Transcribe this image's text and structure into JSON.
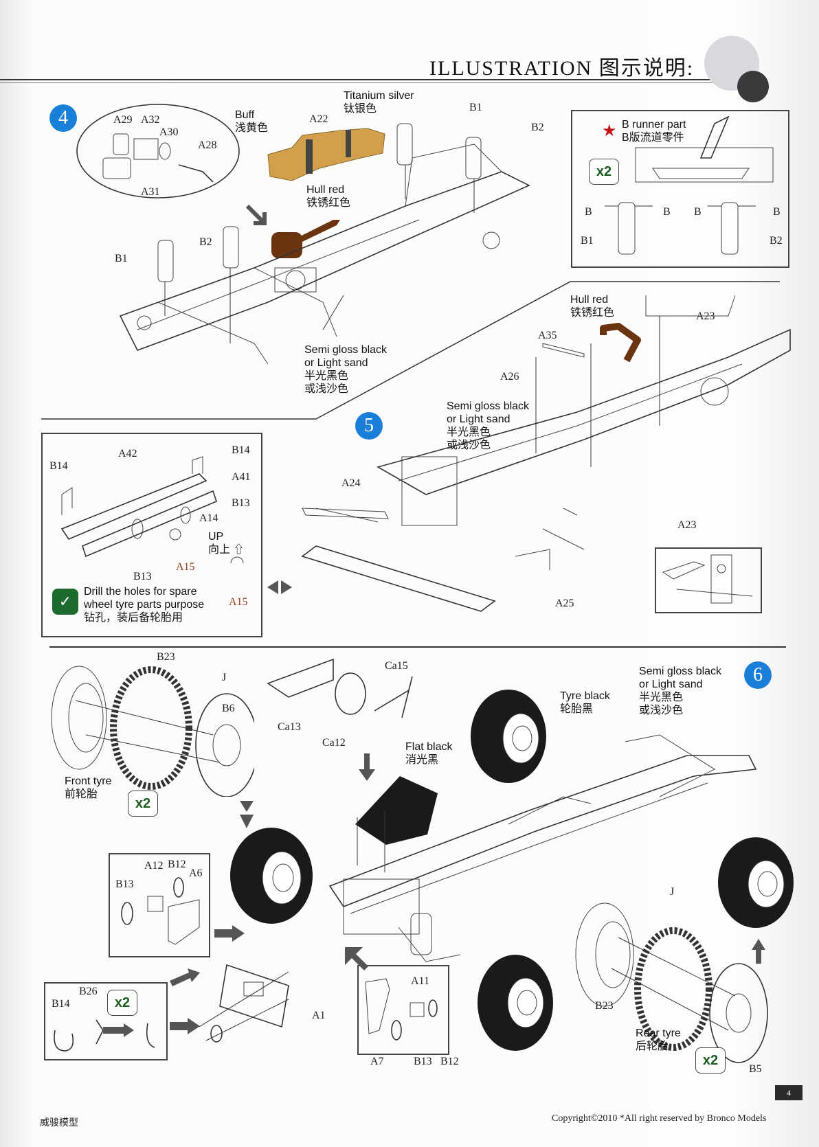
{
  "header": {
    "title": "ILLUSTRATION 图示说明:"
  },
  "colors": {
    "step_badge": "#1a7fd8",
    "buff": "#d2a04c",
    "hull_red": "#6b3410",
    "tyre_black": "#1a1a1a",
    "x2_text": "#1b5e20",
    "star_red": "#c8161d",
    "part_label_red": "#9a3b12"
  },
  "step4": {
    "number": "4",
    "inset_parts": [
      "A29",
      "A32",
      "A30",
      "A28",
      "A31"
    ],
    "part_A22": "A22",
    "buff_label": "Buff\n浅黄色",
    "titanium_label": "Titanium silver\n钛银色",
    "hull_red_label": "Hull red\n铁锈红色",
    "parts": {
      "b1_left": "B1",
      "b2_left": "B2",
      "b1_right": "B1",
      "b2_right": "B2"
    },
    "semi_gloss_label": "Semi gloss black\nor Light sand\n半光黑色\n或浅沙色"
  },
  "runner_box": {
    "title": "B runner part\nB版流道零件",
    "multiplier": "x2",
    "labels": {
      "b_marks": "B",
      "b1": "B1",
      "b2": "B2"
    }
  },
  "step5": {
    "number": "5",
    "hull_red_label": "Hull red\n铁锈红色",
    "parts": {
      "a35": "A35",
      "a26": "A26",
      "a23": "A23",
      "a24": "A24",
      "a25": "A25",
      "a23_inset": "A23"
    },
    "semi_gloss_label": "Semi gloss black\nor Light sand\n半光黑色\n或浅沙色",
    "bumper_box": {
      "parts": {
        "b14_left": "B14",
        "a42": "A42",
        "b14_right": "B14",
        "a41": "A41",
        "b13_right": "B13",
        "a14": "A14",
        "a15": "A15",
        "b13_bottom": "B13",
        "a15_up": "A15"
      },
      "up_label": "UP\n向上 ⇧",
      "drill_note": "Drill the holes for spare\nwheel tyre parts purpose\n钻孔，装后备轮胎用"
    }
  },
  "step6": {
    "number": "6",
    "front": {
      "b23": "B23",
      "j": "J",
      "b6": "B6",
      "label": "Front tyre\n前轮胎",
      "multiplier": "x2"
    },
    "seat": {
      "ca13": "Ca13",
      "ca12": "Ca12",
      "ca15": "Ca15"
    },
    "flat_black_label": "Flat black\n消光黑",
    "tyre_black_label": "Tyre black\n轮胎黑",
    "semi_gloss_label": "Semi gloss black\nor Light sand\n半光黑色\n或浅沙色",
    "inset_a": {
      "a12": "A12",
      "b12": "B12",
      "a6": "A6",
      "b13": "B13"
    },
    "inset_b": {
      "b26": "B26",
      "b14": "B14",
      "multiplier": "x2"
    },
    "a1": "A1",
    "inset_c": {
      "a11": "A11",
      "a7": "A7",
      "b13": "B13",
      "b12": "B12"
    },
    "rear": {
      "j": "J",
      "b23": "B23",
      "b5": "B5",
      "label": "Rear tyre\n后轮胎",
      "multiplier": "x2"
    }
  },
  "footer": {
    "left": "威骏模型",
    "right": "Copyright©2010  *All right reserved by Bronco Models",
    "page_number": "4"
  }
}
